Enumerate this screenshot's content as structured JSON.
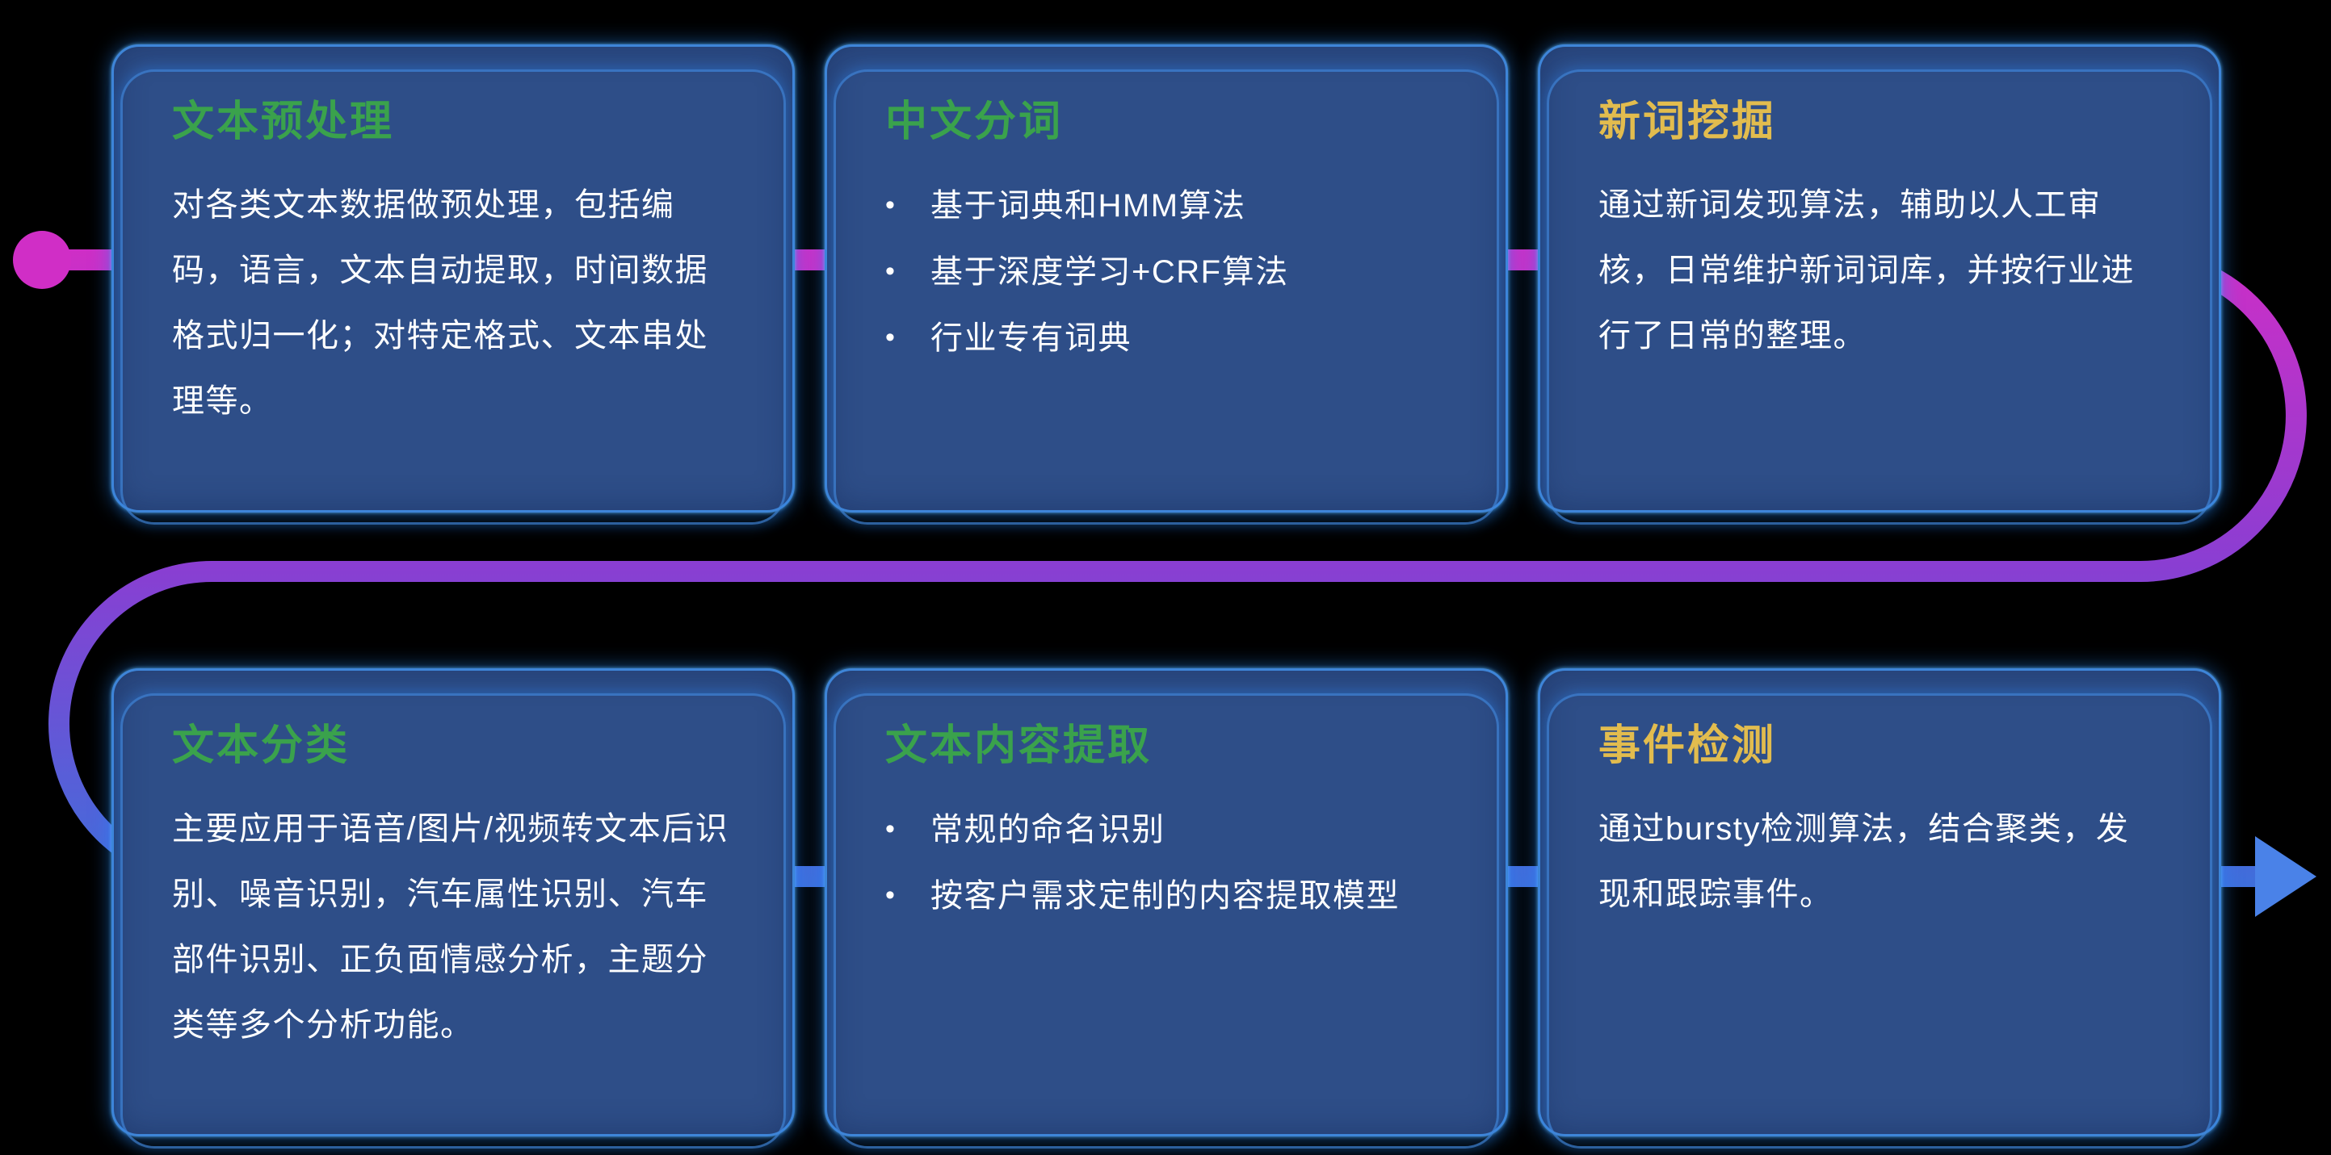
{
  "ui": {
    "bullet": "•"
  },
  "flow": {
    "start_color": "#d02ec6",
    "mid_color": "#8a3ed2",
    "end_color": "#3e6fdb",
    "arrow_color": "#4a82e8",
    "card_fill": "#2e4e88",
    "card_border": "#3e85d8"
  },
  "cards": [
    {
      "id": "text-preprocessing",
      "title": "文本预处理",
      "title_color": "#3aa24c",
      "body": "对各类文本数据做预处理，包括编码，语言，文本自动提取，时间数据格式归一化；对特定格式、文本串处理等。"
    },
    {
      "id": "chinese-word-segmentation",
      "title": "中文分词",
      "title_color": "#3aa24c",
      "bullets": [
        "基于词典和HMM算法",
        "基于深度学习+CRF算法",
        "行业专有词典"
      ]
    },
    {
      "id": "new-word-mining",
      "title": "新词挖掘",
      "title_color": "#e2bc4e",
      "body": "通过新词发现算法，辅助以人工审核，日常维护新词词库，并按行业进行了日常的整理。"
    },
    {
      "id": "text-classification",
      "title": "文本分类",
      "title_color": "#3aa24c",
      "body": "主要应用于语音/图片/视频转文本后识别、噪音识别，汽车属性识别、汽车部件识别、正负面情感分析，主题分类等多个分析功能。"
    },
    {
      "id": "text-content-extraction",
      "title": "文本内容提取",
      "title_color": "#3aa24c",
      "bullets": [
        "常规的命名识别",
        "按客户需求定制的内容提取模型"
      ]
    },
    {
      "id": "event-detection",
      "title": "事件检测",
      "title_color": "#e2bc4e",
      "body": "通过bursty检测算法，结合聚类，发现和跟踪事件。"
    }
  ]
}
